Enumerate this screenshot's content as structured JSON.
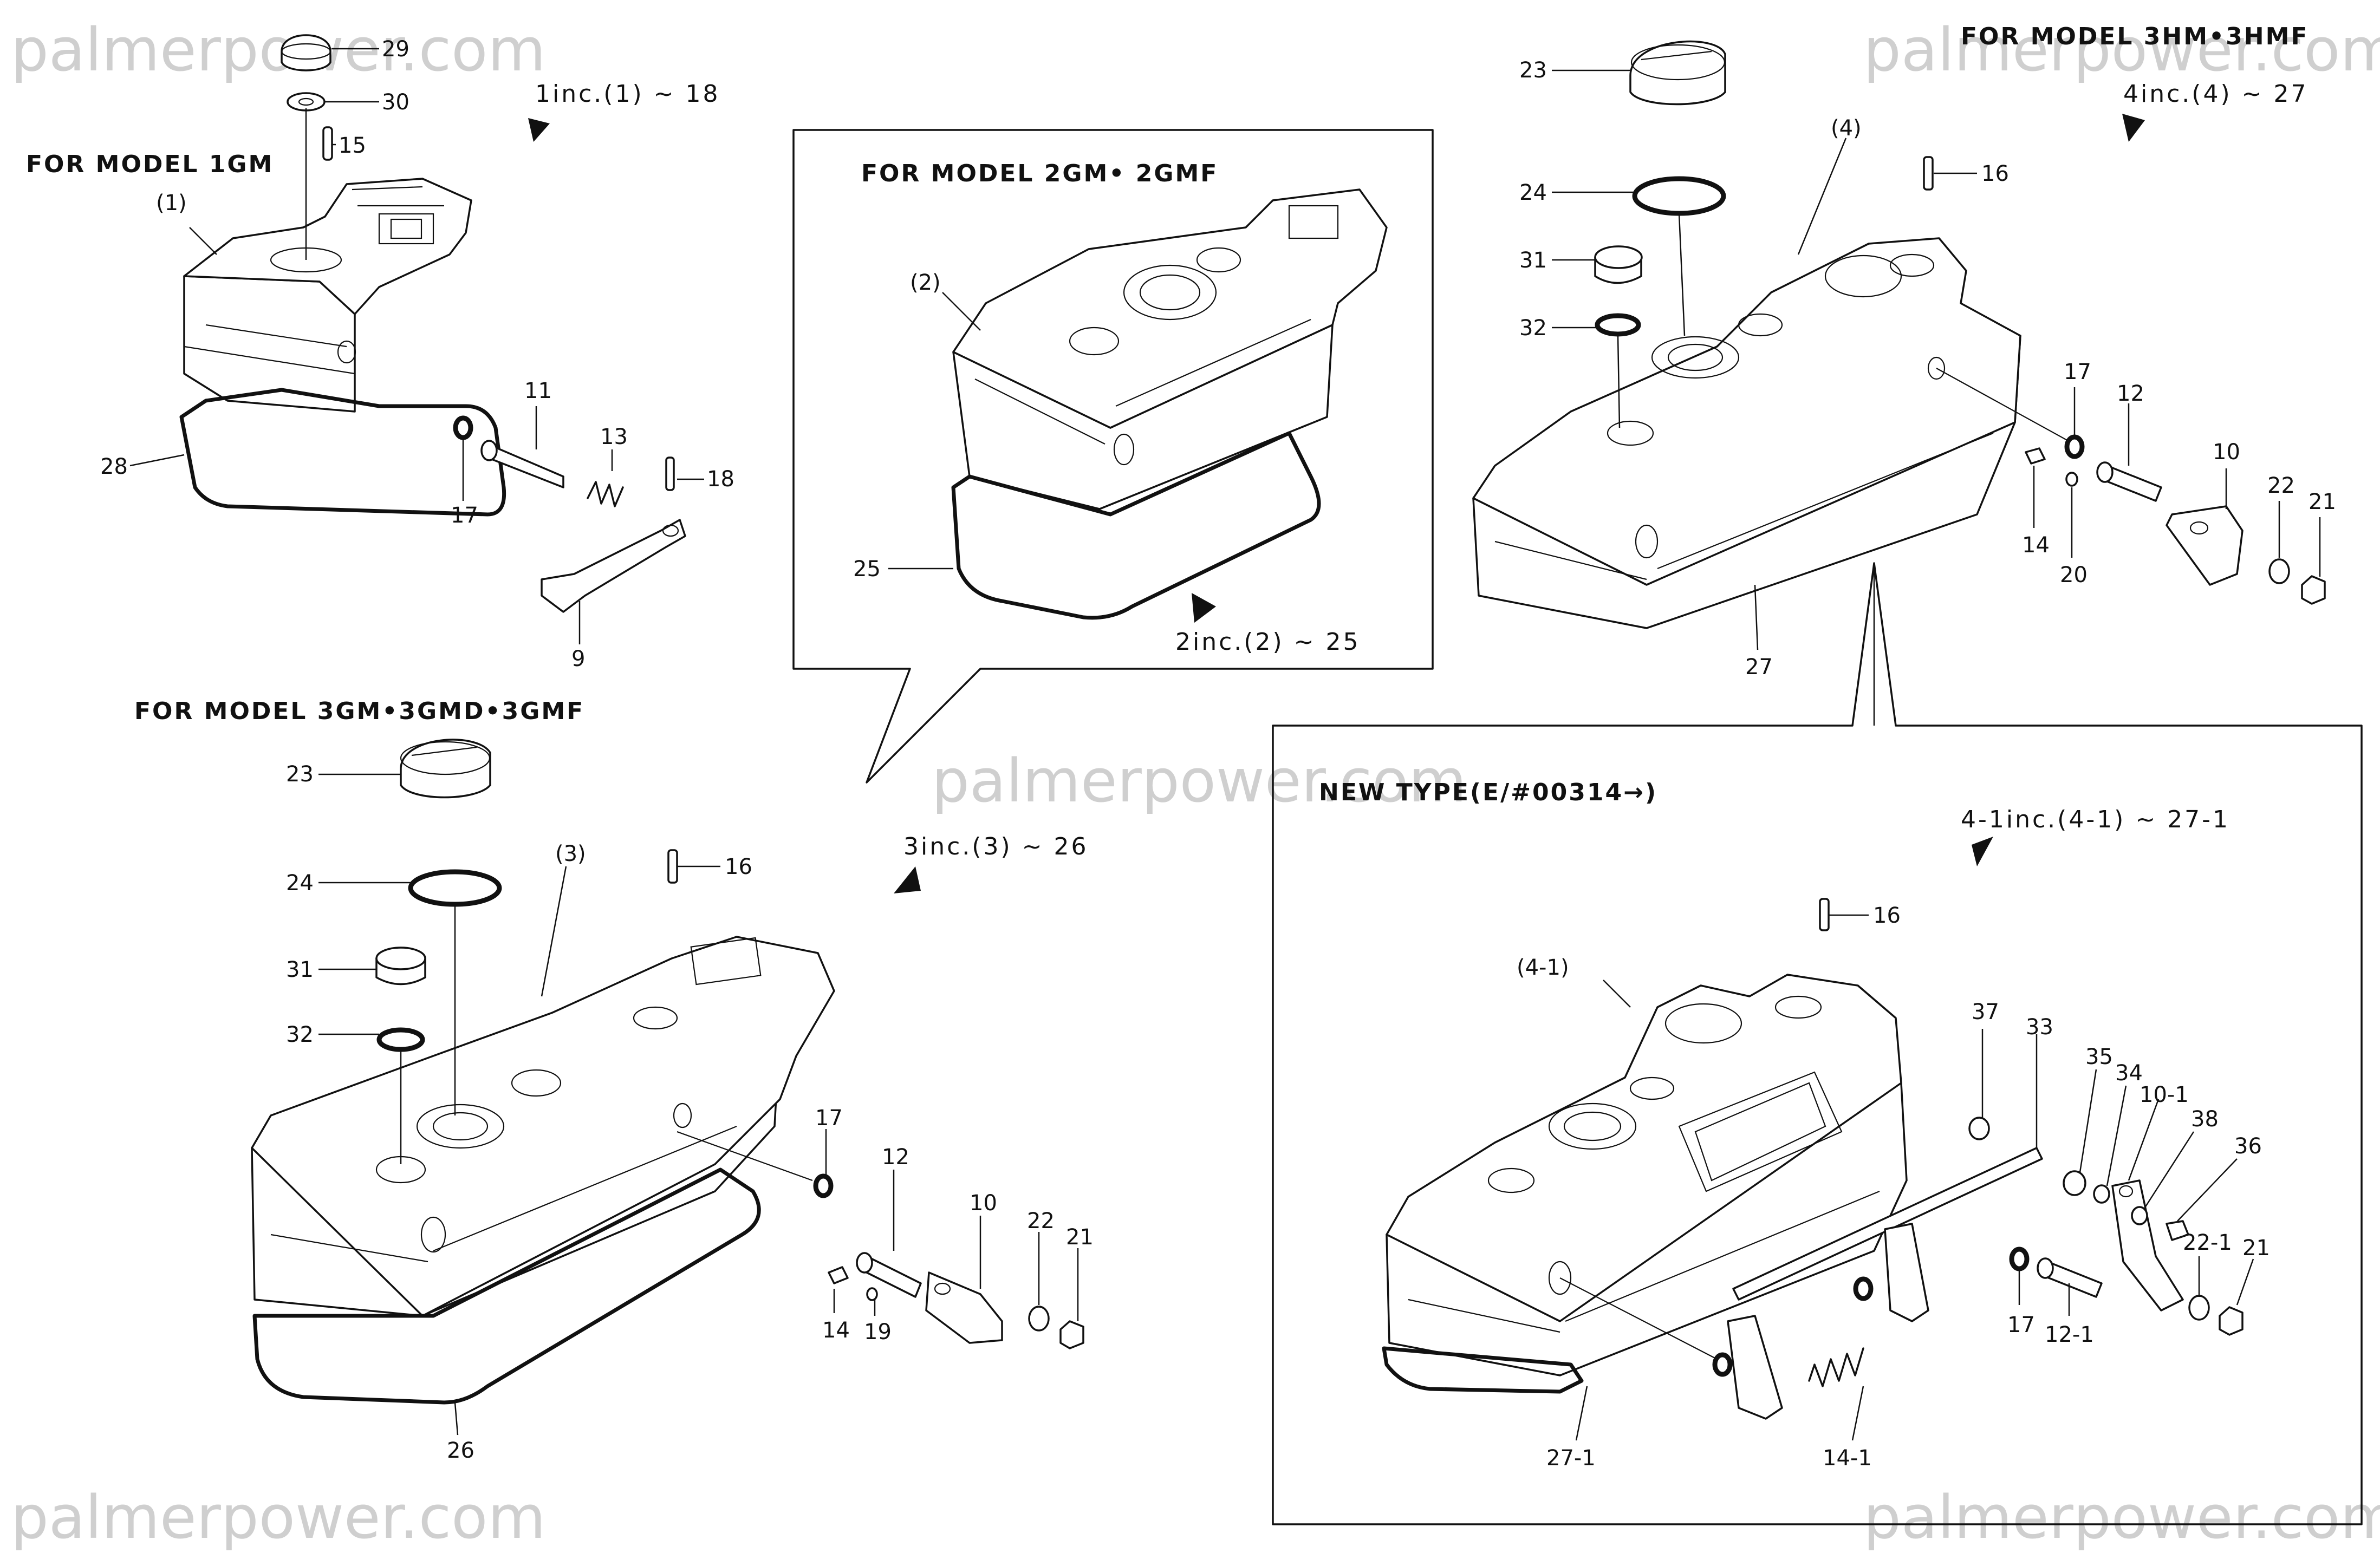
{
  "watermark": {
    "text": "palmerpower.com"
  },
  "sections": {
    "model_1gm": {
      "title": "FOR MODEL 1GM",
      "range": "1inc.(1) ~ 18",
      "parts": [
        "29",
        "30",
        "15",
        "(1)",
        "28",
        "17",
        "11",
        "13",
        "18",
        "9"
      ]
    },
    "model_2gm": {
      "title": "FOR MODEL 2GM• 2GMF",
      "range": "2inc.(2) ~ 25",
      "parts": [
        "(2)",
        "25"
      ]
    },
    "model_3gm": {
      "title": "FOR MODEL 3GM•3GMD•3GMF",
      "range": "3inc.(3) ~ 26",
      "parts": [
        "23",
        "(3)",
        "24",
        "16",
        "31",
        "32",
        "17",
        "12",
        "10",
        "22",
        "21",
        "14",
        "19",
        "26"
      ]
    },
    "model_3hm": {
      "title": "FOR MODEL 3HM•3HMF",
      "range": "4inc.(4) ~ 27",
      "parts": [
        "23",
        "(4)",
        "16",
        "24",
        "31",
        "32",
        "17",
        "12",
        "10",
        "22",
        "21",
        "14",
        "20",
        "27"
      ]
    },
    "new_type": {
      "title": "NEW TYPE(E/#00314→)",
      "range": "4-1inc.(4-1) ~ 27-1",
      "parts": [
        "16",
        "(4-1)",
        "37",
        "33",
        "35",
        "34",
        "10-1",
        "38",
        "36",
        "22-1",
        "21",
        "17",
        "12-1",
        "27-1",
        "14-1"
      ]
    }
  }
}
